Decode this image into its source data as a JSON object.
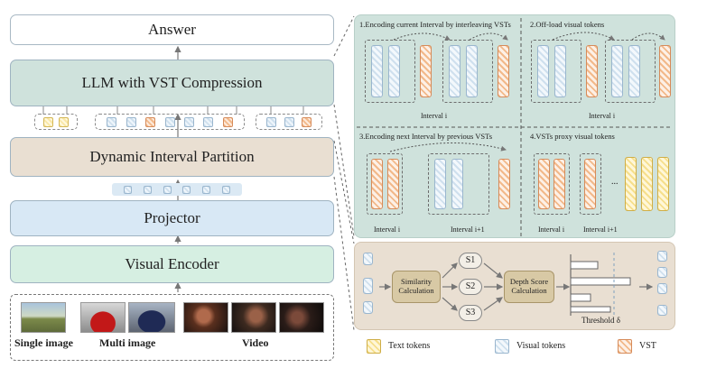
{
  "pipeline": {
    "answer": "Answer",
    "llm": "LLM  with VST Compression",
    "partition": "Dynamic Interval Partition",
    "projector": "Projector",
    "encoder": "Visual  Encoder",
    "inputs": [
      "Single image",
      "Multi image",
      "Video"
    ]
  },
  "panels": {
    "p1": {
      "title": "1.Encoding current Interval by interleaving VSTs",
      "interval": "Interval i"
    },
    "p2": {
      "title": "2.Off-load visual tokens",
      "interval": "Interval i"
    },
    "p3": {
      "title": "3.Encoding next Interval by previous VSTs",
      "interval_a": "Interval i",
      "interval_b": "Interval i+1"
    },
    "p4": {
      "title": "4.VSTs proxy visual tokens",
      "interval_a": "Interval i",
      "interval_b": "Interval i+1",
      "ellipsis": "..."
    }
  },
  "partition_detail": {
    "similarity": "Similarity Calculation",
    "scores": [
      "S1",
      "S2",
      "S3"
    ],
    "depth": "Depth Score Calculation",
    "threshold": "Threshold δ"
  },
  "legend": {
    "text": "Text tokens",
    "visual": "Visual tokens",
    "vst": "VST"
  },
  "colors": {
    "accent_teal": "#cfe2dc",
    "tan": "#e9dfd2",
    "blue": "#d8e8f5",
    "green": "#d6efe2",
    "node": "#d8c9a5"
  }
}
